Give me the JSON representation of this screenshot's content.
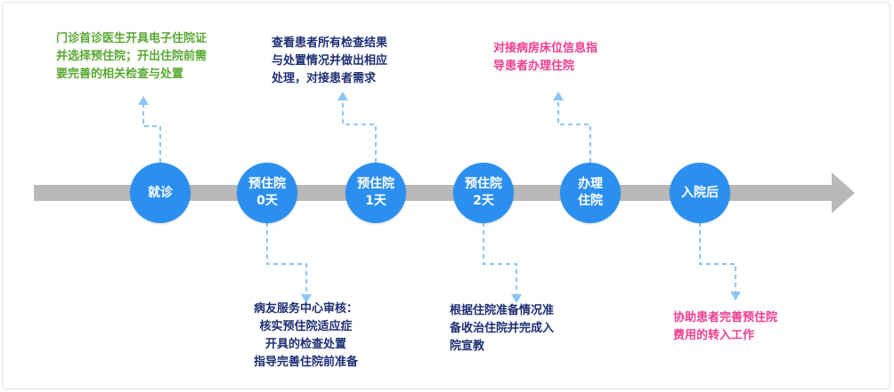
{
  "colors": {
    "node_fill": "#2b8ff0",
    "timeline": "#b9b9b9",
    "connector": "#8ec5f4",
    "note_green": "#59a832",
    "note_navy": "#1e2f73",
    "note_pink": "#ee3d8f"
  },
  "nodes": [
    {
      "label": "就诊"
    },
    {
      "label": "预住院\n0天"
    },
    {
      "label": "预住院\n1天"
    },
    {
      "label": "预住院\n2天"
    },
    {
      "label": "办理\n住院"
    },
    {
      "label": "入院后"
    }
  ],
  "notes": {
    "jiuzhen": "门诊首诊医生开具电子住院证\n并选择预住院；开出住院前需\n要完善的相关检查与处置",
    "day0": "病友服务中心审核：\n核实预住院适应症\n开具的检查处置\n指导完善住院前准备",
    "day1": "查看患者所有检查结果\n与处置情况并做出相应\n处理，对接患者需求",
    "day2": "根据住院准备情况准\n备收治住院并完成入\n院宣教",
    "admit": "对接病房床位信息指\n导患者办理住院",
    "after": "协助患者完善预住院\n费用的转入工作"
  }
}
